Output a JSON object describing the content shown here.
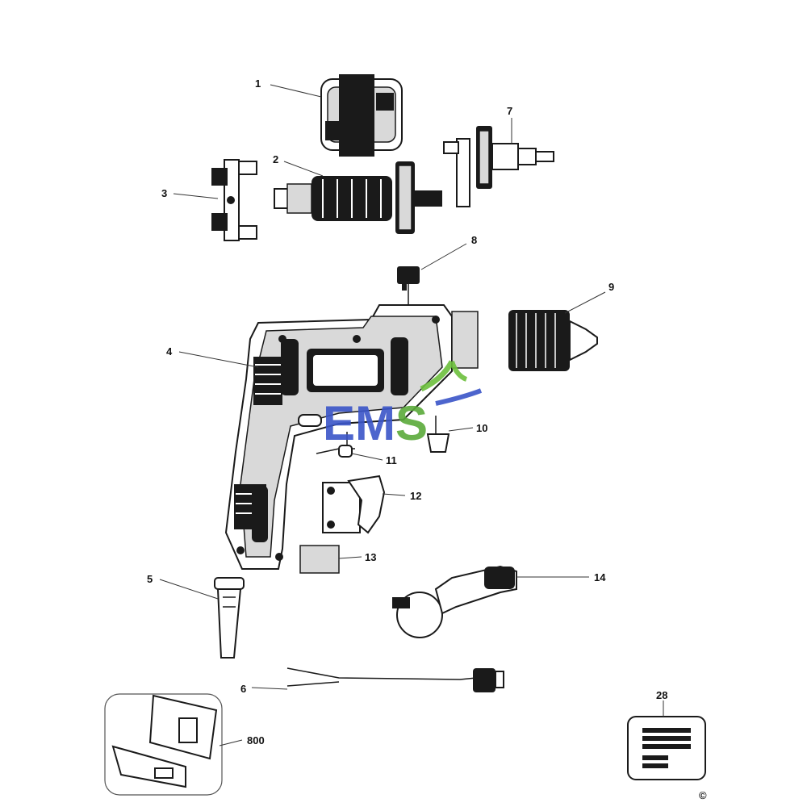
{
  "parts": [
    {
      "id": "1",
      "label": "1",
      "part": "field-coil"
    },
    {
      "id": "2",
      "label": "2",
      "part": "armature"
    },
    {
      "id": "3",
      "label": "3",
      "part": "brush-holder"
    },
    {
      "id": "4",
      "label": "4",
      "part": "housing"
    },
    {
      "id": "5",
      "label": "5",
      "part": "cord-protector"
    },
    {
      "id": "6",
      "label": "6",
      "part": "power-cord"
    },
    {
      "id": "7",
      "label": "7",
      "part": "spindle-gear"
    },
    {
      "id": "8",
      "label": "8",
      "part": "selector-switch"
    },
    {
      "id": "9",
      "label": "9",
      "part": "chuck"
    },
    {
      "id": "10",
      "label": "10",
      "part": "lever"
    },
    {
      "id": "11",
      "label": "11",
      "part": "lock-button"
    },
    {
      "id": "12",
      "label": "12",
      "part": "trigger-switch"
    },
    {
      "id": "13",
      "label": "13",
      "part": "label-plate"
    },
    {
      "id": "14",
      "label": "14",
      "part": "side-handle"
    },
    {
      "id": "28",
      "label": "28",
      "part": "rating-plate"
    },
    {
      "id": "800",
      "label": "800",
      "part": "carry-case"
    }
  ],
  "watermark": {
    "text": "EMS",
    "colors": {
      "e": "#3a55c8",
      "m": "#3a55c8",
      "s": "#5aaa3a",
      "swoosh_green": "#6cbf3c",
      "swoosh_blue": "#3a55c8"
    }
  },
  "copyright": "©",
  "colors": {
    "line": "#1a1a1a",
    "background": "#ffffff"
  }
}
